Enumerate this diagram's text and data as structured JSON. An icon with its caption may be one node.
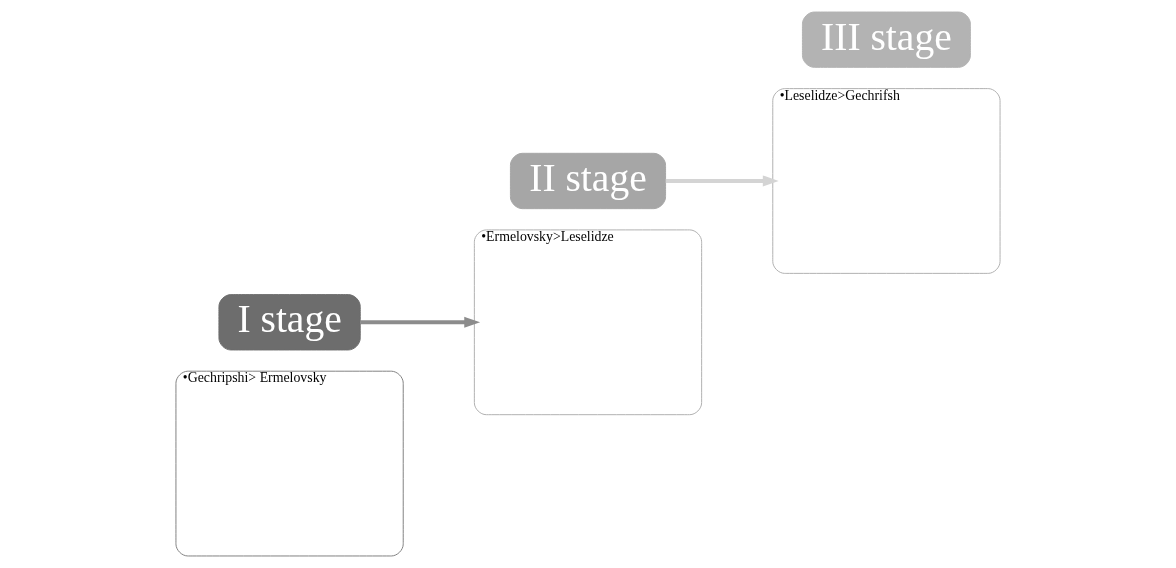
{
  "diagram": {
    "nodes": [
      {
        "text": [
          "•Gechripshi> Ermelovsky"
        ]
      },
      {
        "text": [
          "I stage"
        ]
      },
      {
        "text": [
          "II stage"
        ]
      },
      {
        "text": [
          "•Ermelovsky>Leselidze"
        ]
      },
      {
        "text": [
          "•Leselidze>Gechrifsh"
        ]
      },
      {
        "text": [
          "III stage"
        ]
      }
    ],
    "edges": [
      {
        "from": 1,
        "to": 3,
        "arrow": "to",
        "color": "#8c8c8c"
      },
      {
        "from": 2,
        "to": 4,
        "arrow": "to",
        "color": "#d4d4d4"
      }
    ]
  }
}
